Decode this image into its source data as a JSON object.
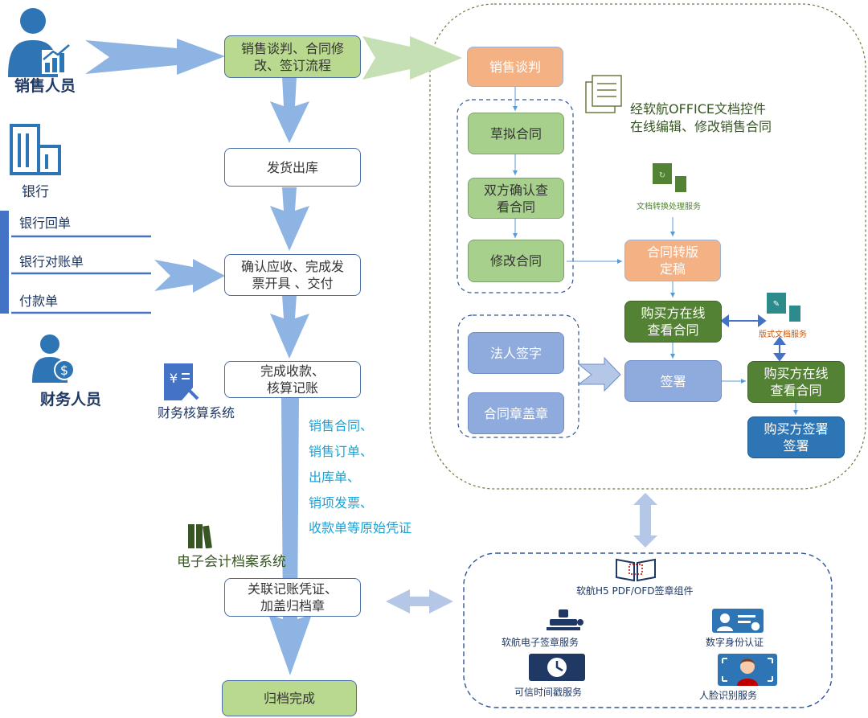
{
  "roles": {
    "sales": "销售人员",
    "bank": "银行",
    "finance": "财务人员"
  },
  "bank_docs": [
    "银行回单",
    "银行对账单",
    "付款单"
  ],
  "systems": {
    "finance_system": "财务核算系统",
    "archive_system": "电子会计档案系统"
  },
  "main_flow": {
    "step1": "销售谈判、合同修\n改、签订流程",
    "step2": "发货出库",
    "step3": "确认应收、完成发\n票开具 、交付",
    "step4": "完成收款、\n核算记账",
    "step5": "关联记账凭证、\n加盖归档章",
    "step6": "归档完成"
  },
  "vouchers": [
    "销售合同、",
    "销售订单、",
    "出库单、",
    "销项发票、",
    "收款单等原始凭证"
  ],
  "contract_flow": {
    "negotiation": "销售谈判",
    "draft": "草拟合同",
    "confirm": "双方确认查\n看合同",
    "modify": "修改合同",
    "convert": "合同转版\n定稿",
    "buyer_view1": "购买方在线\n查看合同",
    "legal_sign": "法人签字",
    "seal": "合同章盖章",
    "sign": "签署",
    "buyer_view2": "购买方在线\n查看合同",
    "buyer_sign": "购买方签署\n签署"
  },
  "notes": {
    "office_note": "经软航OFFICE文档控件\n在线编辑、修改销售合同"
  },
  "services": {
    "convert_service": "文档转换处理服务",
    "layout_service": "版式文档服务",
    "h5_component": "软航H5 PDF/OFD签章组件",
    "esign": "软航电子签章服务",
    "digital_id": "数字身份认证",
    "timestamp": "可信时间戳服务",
    "face_recog": "人脸识别服务"
  },
  "colors": {
    "accent_blue": "#2e75b6",
    "arrow_blue": "#8eb4e3",
    "arrow_green": "#c5e0b4",
    "text_navy": "#1f3864",
    "voucher_text": "#1aa3d9"
  }
}
